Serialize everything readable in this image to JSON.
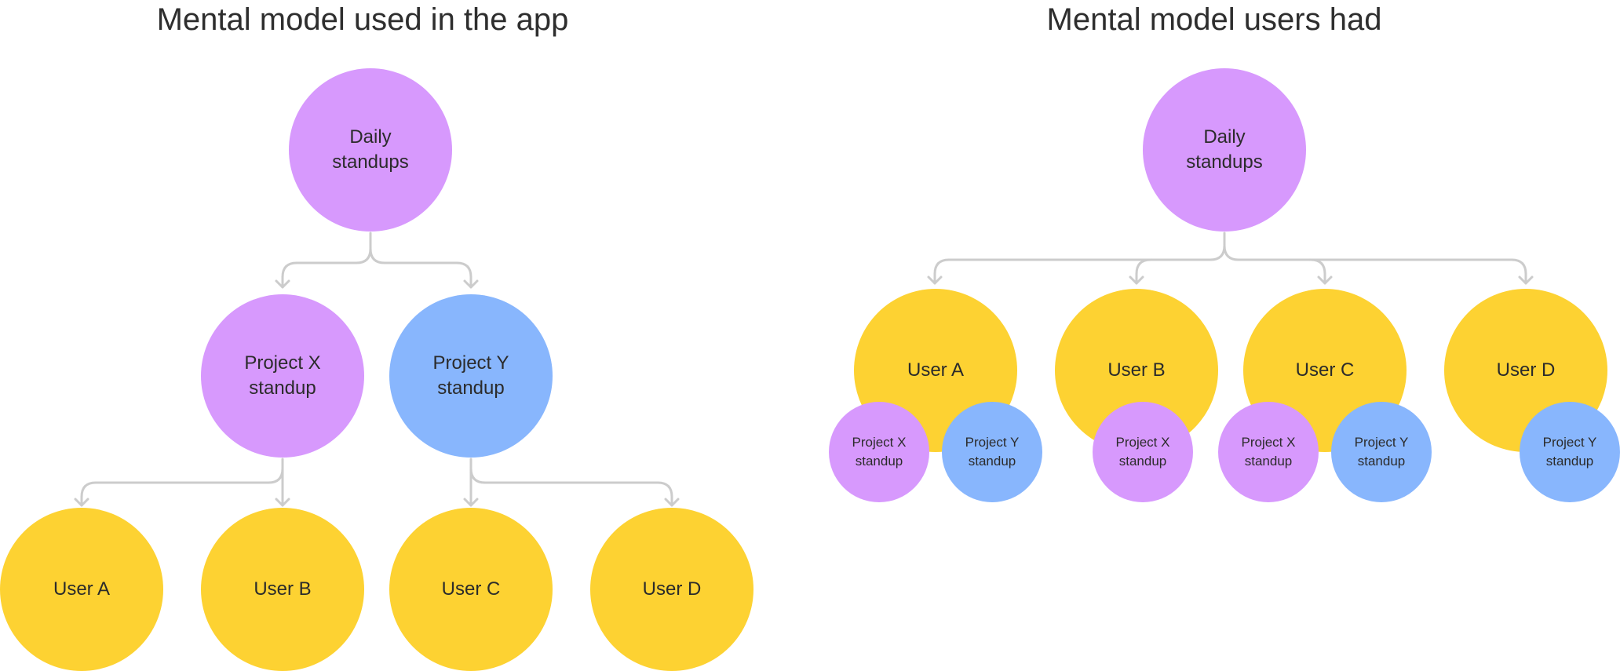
{
  "colors": {
    "standup_purple": "#d799fd",
    "project_y_blue": "#88b6fd",
    "user_yellow": "#fdd232",
    "connector_gray": "#cccccc"
  },
  "left": {
    "title": "Mental model used in the app",
    "root": "Daily\nstandups",
    "projects": [
      "Project X\nstandup",
      "Project Y\nstandup"
    ],
    "users": [
      "User A",
      "User B",
      "User C",
      "User D"
    ]
  },
  "right": {
    "title": "Mental model users had",
    "root": "Daily\nstandups",
    "users": [
      {
        "label": "User A",
        "badges": [
          "Project X\nstandup",
          "Project Y\nstandup"
        ]
      },
      {
        "label": "User B",
        "badges": [
          "Project X\nstandup"
        ]
      },
      {
        "label": "User C",
        "badges": [
          "Project X\nstandup",
          "Project Y\nstandup"
        ]
      },
      {
        "label": "User D",
        "badges": [
          "Project Y\nstandup"
        ]
      }
    ]
  }
}
